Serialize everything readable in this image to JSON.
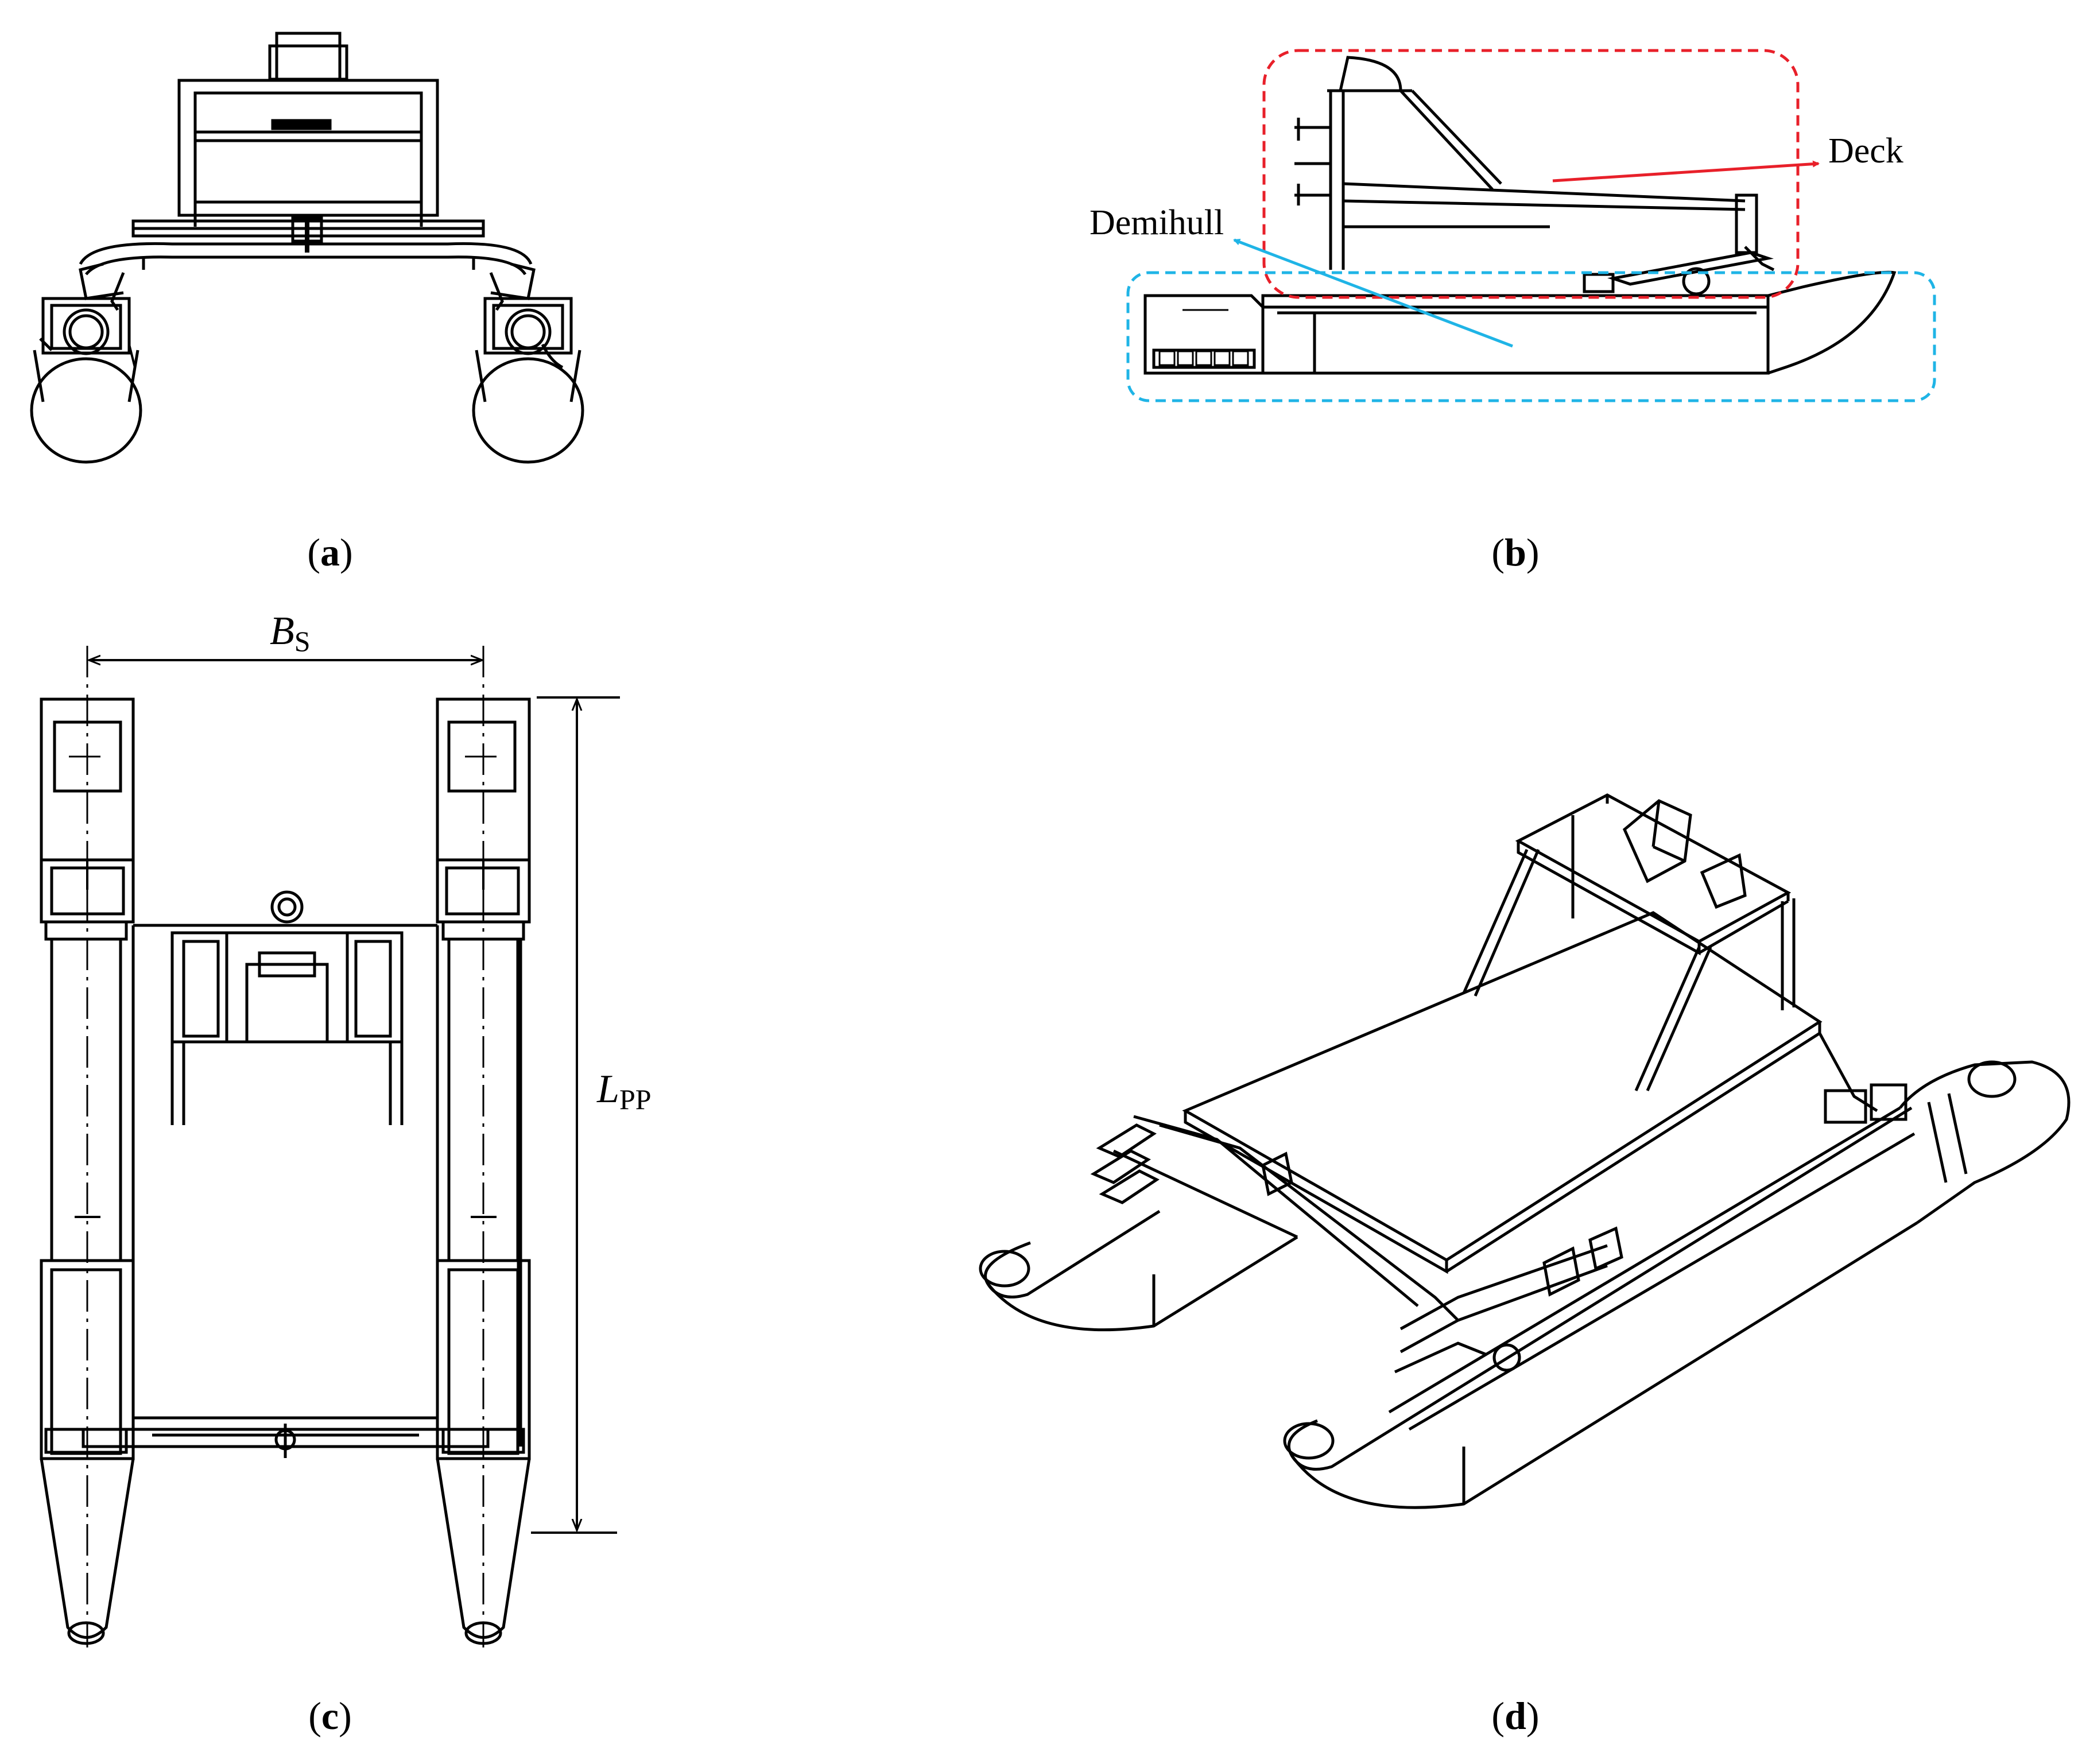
{
  "panels": [
    {
      "id": "a",
      "caption_label": "a",
      "view": "front"
    },
    {
      "id": "b",
      "caption_label": "b",
      "view": "side",
      "annotations": [
        {
          "text": "Deck",
          "color": "#e8202a"
        },
        {
          "text": "Demihull",
          "color": "#1fb4e6"
        }
      ]
    },
    {
      "id": "c",
      "caption_label": "c",
      "view": "top",
      "dimensions": {
        "beam": {
          "symbol": "B",
          "subscript": "S"
        },
        "length": {
          "symbol": "L",
          "subscript": "PP"
        }
      }
    },
    {
      "id": "d",
      "caption_label": "d",
      "view": "isometric"
    }
  ],
  "colors": {
    "line": "#000000",
    "deck_box": "#e8202a",
    "demihull_box": "#1fb4e6",
    "background": "#ffffff"
  }
}
